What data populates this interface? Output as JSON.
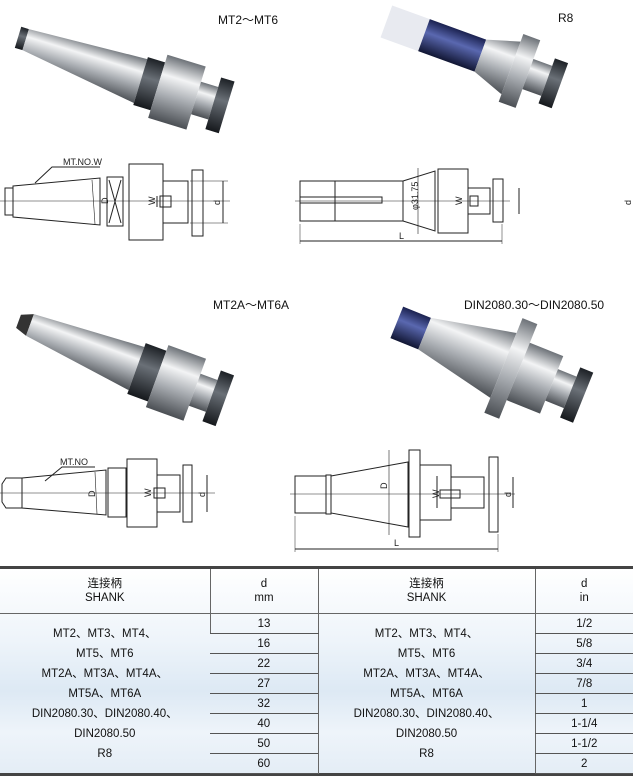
{
  "titles": {
    "mt": "MT2～MT6",
    "r8": "R8",
    "mta": "MT2A～MT6A",
    "din": "DIN2080.30～DIN2080.50"
  },
  "drawing_labels": {
    "mt_note": "MT.NO.W",
    "mta_note": "MT.NO",
    "D": "D",
    "W": "W",
    "d": "d",
    "L": "L",
    "r8_dia": "φ31.75"
  },
  "table": {
    "headers": {
      "shank_cn": "连接柄",
      "shank_en": "SHANK",
      "d": "d",
      "mm": "mm",
      "in": "in"
    },
    "shank_lines": [
      "MT2、MT3、MT4、",
      "MT5、MT6",
      "MT2A、MT3A、MT4A、",
      "MT5A、MT6A",
      "DIN2080.30、DIN2080.40、",
      "DIN2080.50",
      "R8"
    ],
    "mm_values": [
      "13",
      "16",
      "22",
      "27",
      "32",
      "40",
      "50",
      "60"
    ],
    "in_values": [
      "1/2",
      "5/8",
      "3/4",
      "7/8",
      "1",
      "1-1/4",
      "1-1/2",
      "2"
    ]
  }
}
